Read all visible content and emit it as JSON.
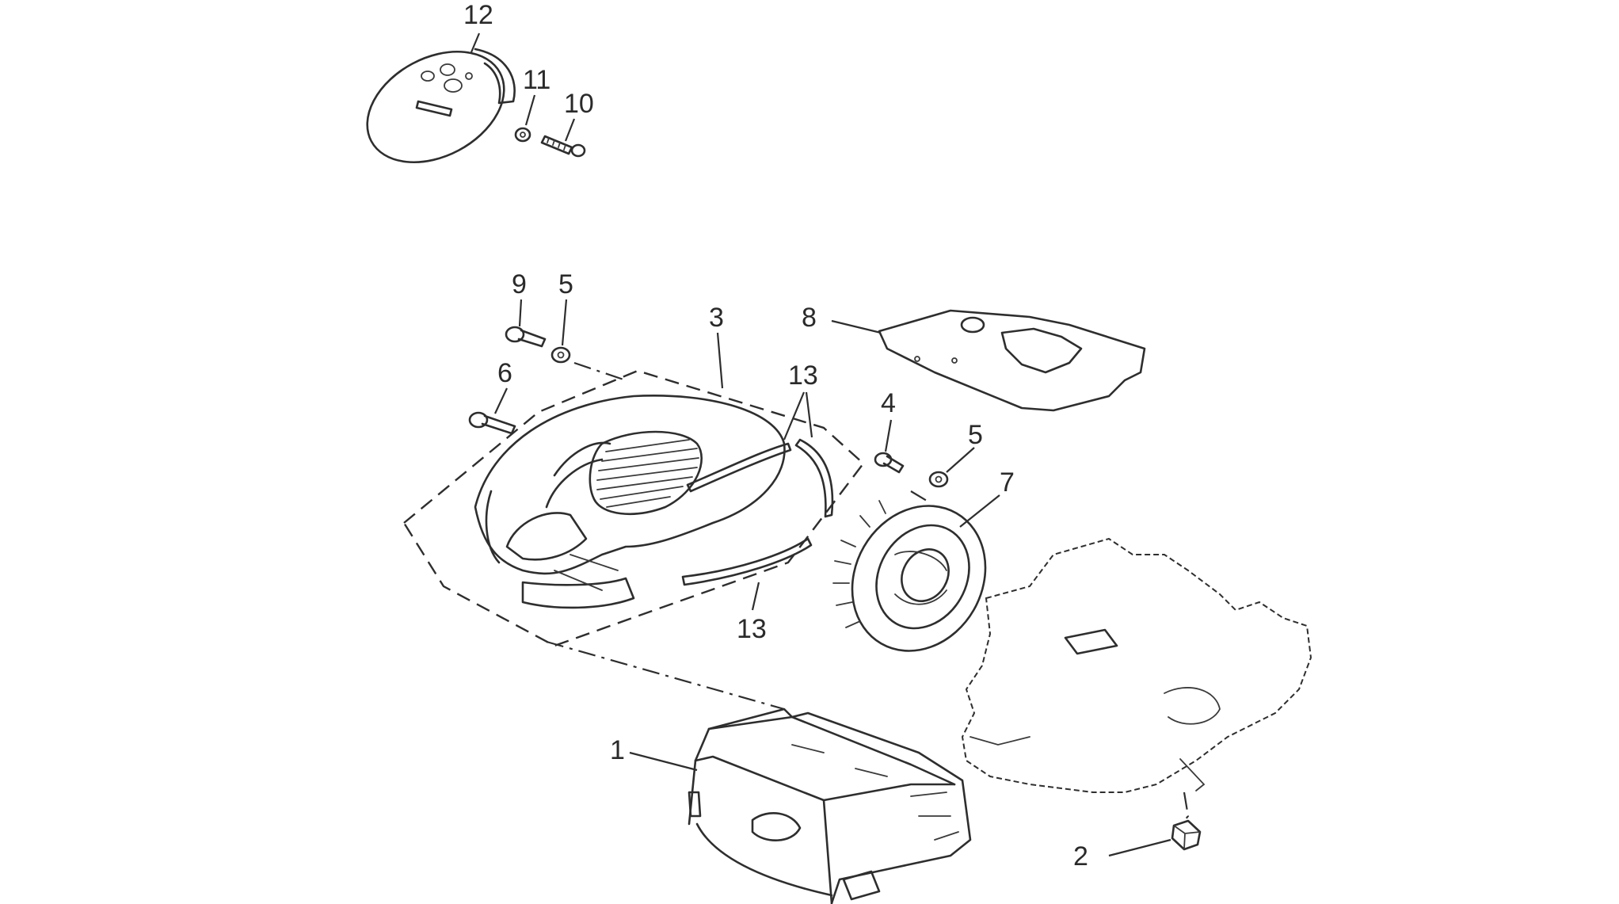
{
  "callouts": {
    "c1": "1",
    "c2": "2",
    "c3": "3",
    "c4": "4",
    "c5a": "5",
    "c5b": "5",
    "c6": "6",
    "c7": "7",
    "c8": "8",
    "c9": "9",
    "c10": "10",
    "c11": "11",
    "c12": "12",
    "c13a": "13",
    "c13b": "13"
  }
}
